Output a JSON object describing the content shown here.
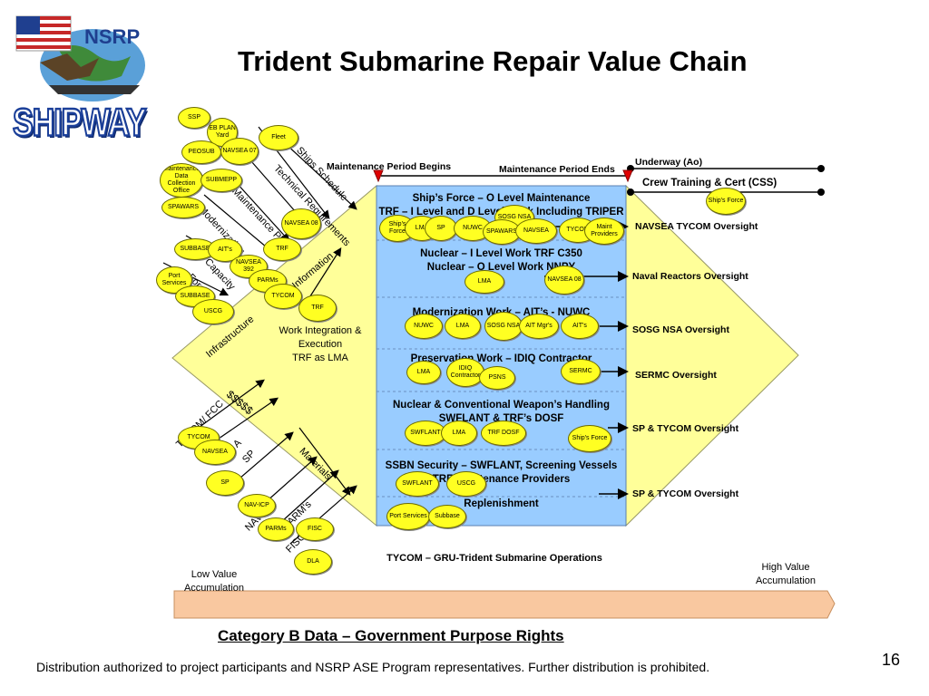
{
  "logo": {
    "text": "NSRP",
    "badge": "SHIPWAY"
  },
  "title": "Trident Submarine Repair Value Chain",
  "timeline": {
    "period_begins": "Maintenance Period Begins",
    "period_ends": "Maintenance Period Ends",
    "underway": "Underway (Ao)",
    "crew_training": "Crew Training & Cert (CSS)"
  },
  "center": {
    "work_integration": [
      "Work Integration &",
      "Execution",
      "TRF as LMA"
    ],
    "sections": [
      "Ship’s Force – O Level Maintenance",
      "TRF – I Level and D Level Work Including TRIPER",
      "Nuclear – I Level Work TRF C350",
      "Nuclear – O Level Work NNPY",
      "Modernization Work – AIT’s - NUWC",
      "Preservation Work – IDIQ Contractor",
      "Nuclear & Conventional Weapon’s Handling",
      "SWFLANT & TRF’s DOSF",
      "SSBN Security – SWFLANT, Screening Vessels",
      "TRF/Maintenance Providers",
      "Replenishment"
    ],
    "bottom_label": "TYCOM – GRU-Trident Submarine Operations"
  },
  "oversight": [
    "NAVSEA TYCOM Oversight",
    "Naval Reactors Oversight",
    "SOSG NSA Oversight",
    "SERMC Oversight",
    "SP & TYCOM Oversight",
    "SP & TYCOM Oversight"
  ],
  "funnel_labels": {
    "ships_schedule": "Ships Schedule",
    "technical_requirements": "Technical Requirements",
    "maintenance_plan": "Maintenance Plan",
    "modernization": "Modernization",
    "information": "Information",
    "capacity": "Capacity",
    "force": "Force",
    "infrastructure": "Infrastructure",
    "money": "$$$$$",
    "tycom_fcc": "TYCOM/ FCC",
    "sp": "SP",
    "materials": "Materials",
    "navicp": "NAV-ICP",
    "parms": "PARM's",
    "fisc": "FISC",
    "a_letter": "A"
  },
  "bubbles": {
    "ssp": "SSP",
    "eb": "EB PLAN Yard",
    "fleet": "Fleet",
    "peosub": "PEOSUB",
    "navsea07": "NAVSEA 07",
    "mdco": "Maintenance Data Collection Office",
    "submepp": "SUBMEPP",
    "spawars": "SPAWARS",
    "navsea08a": "NAVSEA 08",
    "subbase1": "SUBBASE",
    "aits1": "AIT's",
    "trf1": "TRF",
    "navsea392": "NAVSEA 392",
    "portsvc1": "Port Services",
    "parms1": "PARMs",
    "subbase2": "SUBBASE",
    "tycom1": "TYCOM",
    "uscg1": "USCG",
    "trf2": "TRF",
    "shipsforce1": "Ship's Force",
    "lma1": "LMA",
    "sp1": "SP",
    "nuwc1": "NUWC",
    "sosg1": "SOSG NSA",
    "spawars2": "SPAWARS",
    "navsea1": "NAVSEA",
    "tycom2": "TYCOM",
    "maint": "Maint Providers",
    "lma2": "LMA",
    "navsea08b": "NAVSEA 08",
    "nuwc2": "NUWC",
    "lma3": "LMA",
    "sosg2": "SOSG NSA",
    "aitmgr": "AIT Mgr's",
    "aits2": "AIT's",
    "lma4": "LMA",
    "idiq": "IDIQ Contractor",
    "psns": "PSNS",
    "sermc": "SERMC",
    "swflant1": "SWFLANT",
    "lma5": "LMA",
    "trfdosf": "TRF DOSF",
    "shipsforce2": "Ship's Force",
    "swflant2": "SWFLANT",
    "uscg2": "USCG",
    "portsvc2": "Port Services",
    "subbase3": "Subbase",
    "shipsforce3": "Ship's Force",
    "tycom3": "TYCOM",
    "navsea2": "NAVSEA",
    "sp2": "SP",
    "navicp": "NAV-ICP",
    "parms2": "PARMs",
    "fisc": "FISC",
    "dla": "DLA"
  },
  "accumulation": {
    "low": [
      "Low Value",
      "Accumulation"
    ],
    "high": [
      "High Value",
      "Accumulation"
    ]
  },
  "footer": {
    "category": "Category B Data – Government Purpose Rights",
    "distribution": "Distribution authorized to project participants and  NSRP ASE Program representatives.  Further distribution is prohibited.",
    "page": "16"
  },
  "colors": {
    "funnel": "#ffff99",
    "center": "#99ccff",
    "bubble": "#ffff22",
    "arrow": "#f9c8a0"
  }
}
